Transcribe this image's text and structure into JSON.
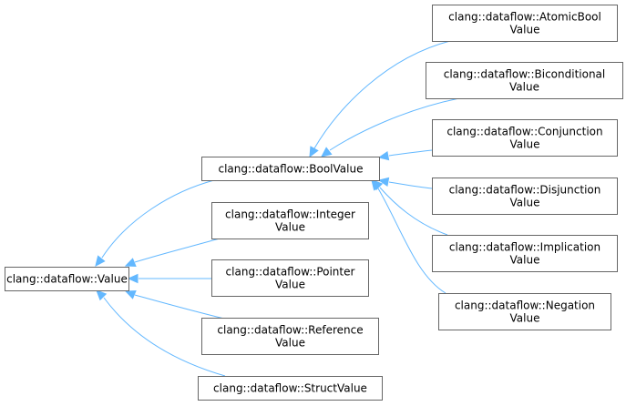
{
  "diagram": {
    "nodes": {
      "value": {
        "lines": [
          "clang::dataflow::Value"
        ]
      },
      "boolvalue": {
        "lines": [
          "clang::dataflow::BoolValue"
        ]
      },
      "integer": {
        "lines": [
          "clang::dataflow::Integer",
          "Value"
        ]
      },
      "pointer": {
        "lines": [
          "clang::dataflow::Pointer",
          "Value"
        ]
      },
      "reference": {
        "lines": [
          "clang::dataflow::Reference",
          "Value"
        ]
      },
      "structvalue": {
        "lines": [
          "clang::dataflow::StructValue"
        ]
      },
      "atomicbool": {
        "lines": [
          "clang::dataflow::AtomicBool",
          "Value"
        ]
      },
      "biconditional": {
        "lines": [
          "clang::dataflow::Biconditional",
          "Value"
        ]
      },
      "conjunction": {
        "lines": [
          "clang::dataflow::Conjunction",
          "Value"
        ]
      },
      "disjunction": {
        "lines": [
          "clang::dataflow::Disjunction",
          "Value"
        ]
      },
      "implication": {
        "lines": [
          "clang::dataflow::Implication",
          "Value"
        ]
      },
      "negation": {
        "lines": [
          "clang::dataflow::Negation",
          "Value"
        ]
      }
    },
    "edges": [
      {
        "from": "boolvalue",
        "to": "value"
      },
      {
        "from": "integer",
        "to": "value"
      },
      {
        "from": "pointer",
        "to": "value"
      },
      {
        "from": "reference",
        "to": "value"
      },
      {
        "from": "structvalue",
        "to": "value"
      },
      {
        "from": "atomicbool",
        "to": "boolvalue"
      },
      {
        "from": "biconditional",
        "to": "boolvalue"
      },
      {
        "from": "conjunction",
        "to": "boolvalue"
      },
      {
        "from": "disjunction",
        "to": "boolvalue"
      },
      {
        "from": "implication",
        "to": "boolvalue"
      },
      {
        "from": "negation",
        "to": "boolvalue"
      }
    ],
    "colors": {
      "edge": "#63b8ff",
      "node_border": "#666666",
      "node_fill": "#ffffff"
    }
  }
}
